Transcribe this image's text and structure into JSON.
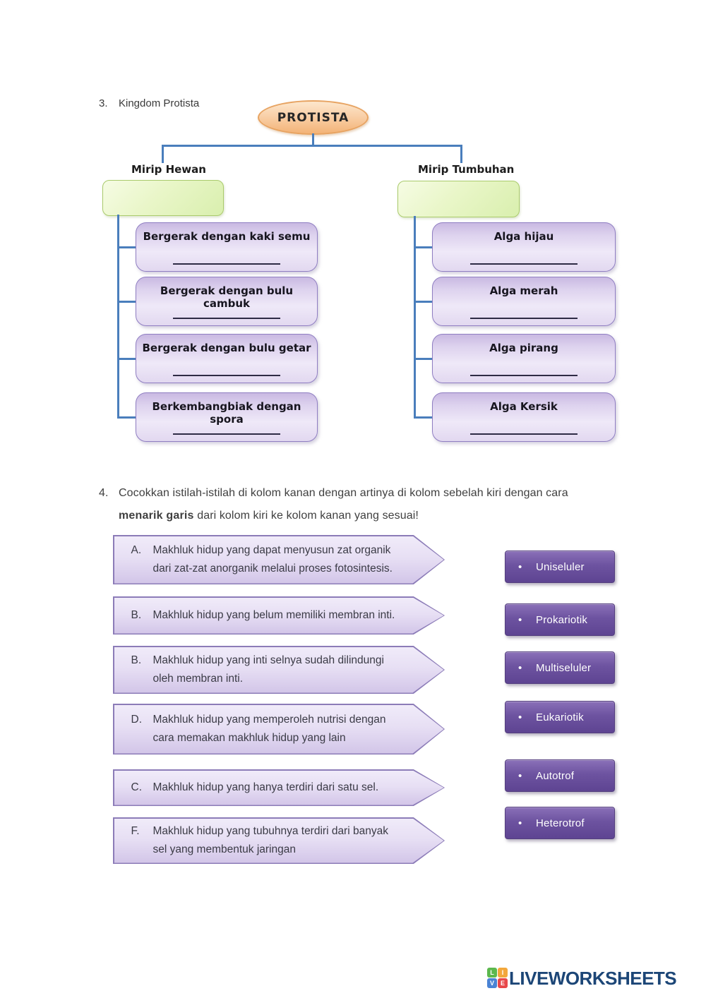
{
  "colors": {
    "connector_blue": "#4a7ebc",
    "diagram_box_border": "#8f7ec2",
    "green_box_border": "#aacb6c",
    "ellipse_orange": "#f3b377",
    "term_button_purple": "#6d53a0",
    "brand_navy": "#1c4677"
  },
  "s3": {
    "number": "3.",
    "title": "Kingdom Protista",
    "root_label": "PROTISTA",
    "left": {
      "label": "Mirip Hewan",
      "items": [
        "Bergerak dengan kaki semu",
        "Bergerak dengan bulu cambuk",
        "Bergerak dengan bulu getar",
        "Berkembangbiak dengan spora"
      ]
    },
    "right": {
      "label": "Mirip Tumbuhan",
      "items": [
        "Alga hijau",
        "Alga merah",
        "Alga pirang",
        "Alga Kersik"
      ]
    }
  },
  "s4": {
    "number": "4.",
    "line1": "Cocokkan istilah-istilah di kolom kanan dengan artinya di kolom sebelah kiri dengan cara",
    "bold": "menarik garis",
    "line2_rest": " dari kolom kiri ke kolom kanan yang sesuai!",
    "definitions": [
      {
        "letter": "A.",
        "lines": [
          "Makhluk hidup yang dapat menyusun zat organik",
          "dari zat-zat anorganik melalui proses fotosintesis."
        ]
      },
      {
        "letter": "B.",
        "lines": [
          "Makhluk hidup yang belum memiliki membran inti."
        ]
      },
      {
        "letter": "B.",
        "lines": [
          "Makhluk hidup yang inti selnya sudah dilindungi",
          "oleh membran inti."
        ]
      },
      {
        "letter": "D.",
        "lines": [
          "Makhluk hidup yang memperoleh nutrisi dengan",
          "cara memakan makhluk hidup yang lain"
        ]
      },
      {
        "letter": "C.",
        "lines": [
          "Makhluk hidup yang hanya terdiri dari satu sel."
        ]
      },
      {
        "letter": "F.",
        "lines": [
          "Makhluk hidup yang tubuhnya terdiri dari banyak",
          "sel yang membentuk jaringan"
        ]
      }
    ],
    "terms": [
      {
        "bullet": "•",
        "label": "Uniseluler"
      },
      {
        "bullet": "•",
        "label": "Prokariotik"
      },
      {
        "bullet": "•",
        "label": "Multiseluler"
      },
      {
        "bullet": "•",
        "label": "Eukariotik"
      },
      {
        "bullet": "•",
        "label": "Autotrof"
      },
      {
        "bullet": "•",
        "label": "Heterotrof"
      }
    ]
  },
  "footer": {
    "logo_letters": [
      "L",
      "I",
      "V",
      "E"
    ],
    "brand": "LIVEWORKSHEETS"
  }
}
